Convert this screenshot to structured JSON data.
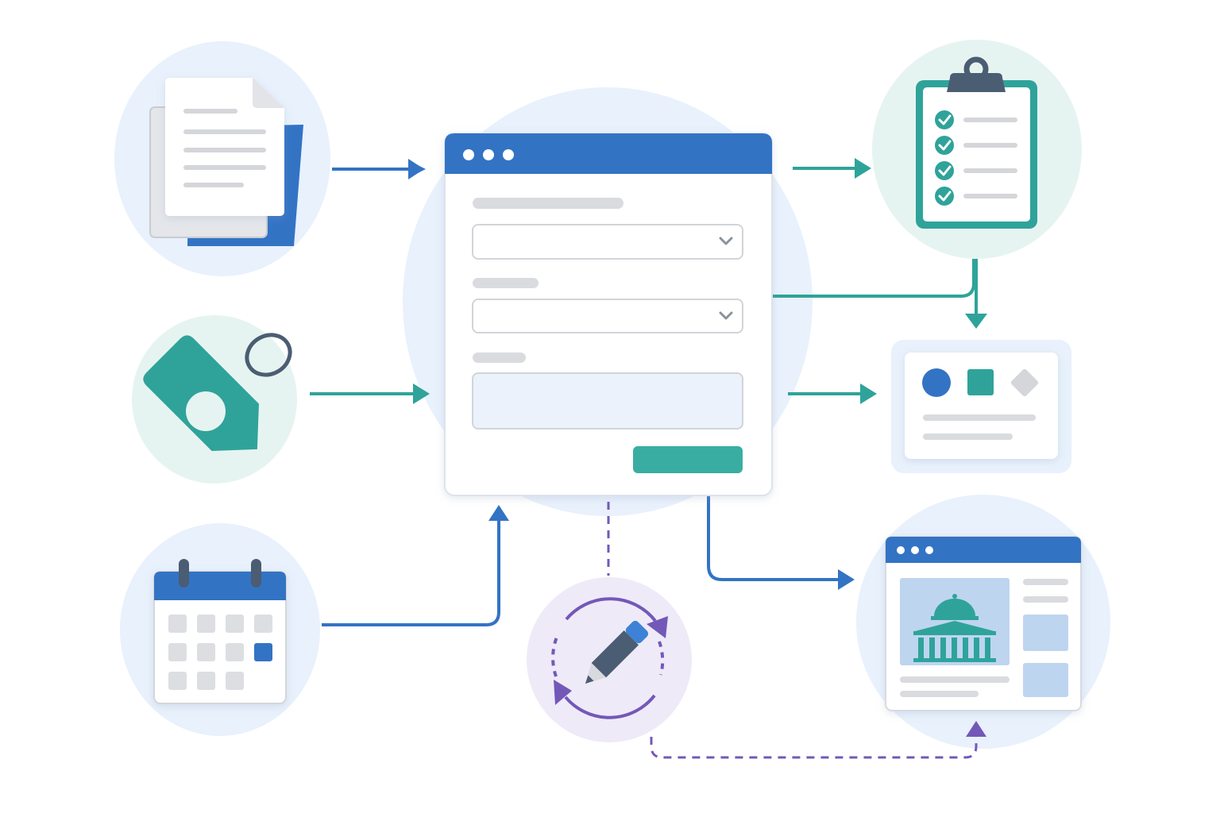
{
  "diagram": {
    "colors": {
      "blue": "#3373c4",
      "teal": "#2fa39a",
      "purple": "#7358b8",
      "bg_blue": "#e8f1fc",
      "bg_mint": "#e6f4f1",
      "bg_lavender": "#efeaf8",
      "gray": "#d4d6da",
      "dark_slate": "#4b5d73"
    },
    "inputs": [
      {
        "name": "documents",
        "icon": "documents-icon"
      },
      {
        "name": "tag",
        "icon": "tag-icon"
      },
      {
        "name": "calendar",
        "icon": "calendar-icon"
      }
    ],
    "center": {
      "name": "form-window",
      "fields": [
        "dropdown",
        "dropdown",
        "text-area"
      ],
      "has_submit_button": true
    },
    "outputs": [
      {
        "name": "checklist",
        "icon": "clipboard-checklist-icon"
      },
      {
        "name": "shapes-card",
        "icon": "shapes-card-icon"
      },
      {
        "name": "web-page",
        "icon": "web-page-icon"
      }
    ],
    "loop": {
      "name": "edit-sync",
      "icon": "pencil-sync-icon"
    }
  }
}
